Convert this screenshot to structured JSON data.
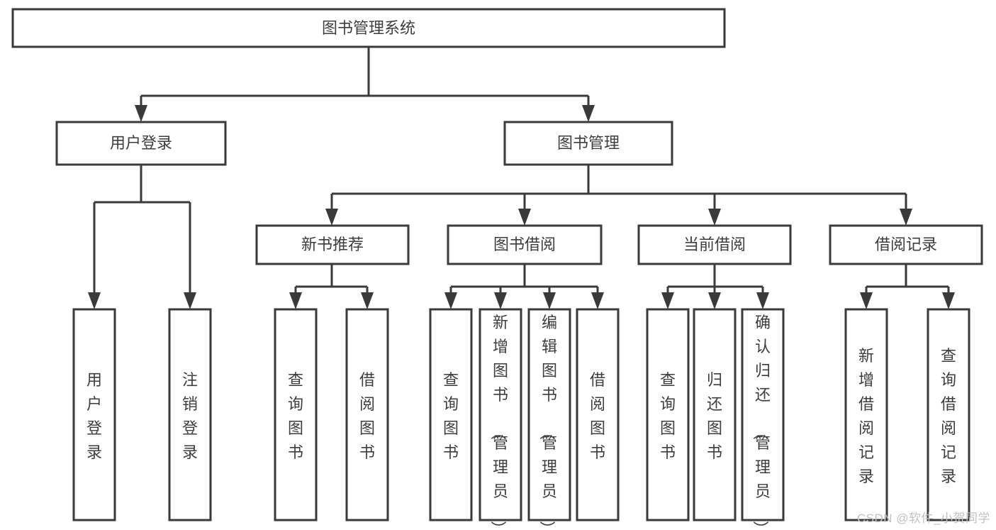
{
  "diagram": {
    "title": "图书管理系统",
    "type": "hierarchy-tree",
    "watermark": "CSDN @软件_小贺同学",
    "colors": {
      "background": "#ffffff",
      "box_stroke": "#3a3a3a",
      "box_fill": "#ffffff",
      "text": "#3d3d3d",
      "connector": "#3a3a3a",
      "watermark": "#c2c2c2"
    },
    "levels": {
      "root": {
        "label": "图书管理系统",
        "orientation": "horizontal"
      },
      "level2": [
        {
          "label": "用户登录",
          "orientation": "horizontal"
        },
        {
          "label": "图书管理",
          "orientation": "horizontal"
        }
      ],
      "level3": [
        {
          "label": "新书推荐",
          "orientation": "horizontal",
          "parent": "图书管理"
        },
        {
          "label": "图书借阅",
          "orientation": "horizontal",
          "parent": "图书管理"
        },
        {
          "label": "当前借阅",
          "orientation": "horizontal",
          "parent": "图书管理"
        },
        {
          "label": "借阅记录",
          "orientation": "horizontal",
          "parent": "图书管理"
        }
      ],
      "leaves": [
        {
          "label": "用户登录",
          "orientation": "vertical",
          "parent": "用户登录"
        },
        {
          "label": "注销登录",
          "orientation": "vertical",
          "parent": "用户登录"
        },
        {
          "label": "查询图书",
          "orientation": "vertical",
          "parent": "新书推荐"
        },
        {
          "label": "借阅图书",
          "orientation": "vertical",
          "parent": "新书推荐"
        },
        {
          "label": "查询图书",
          "orientation": "vertical",
          "parent": "图书借阅"
        },
        {
          "label": "新增图书（管理员）",
          "orientation": "vertical",
          "parent": "图书借阅"
        },
        {
          "label": "编辑图书（管理员）",
          "orientation": "vertical",
          "parent": "图书借阅"
        },
        {
          "label": "借阅图书",
          "orientation": "vertical",
          "parent": "图书借阅"
        },
        {
          "label": "查询图书",
          "orientation": "vertical",
          "parent": "当前借阅"
        },
        {
          "label": "归还图书",
          "orientation": "vertical",
          "parent": "当前借阅"
        },
        {
          "label": "确认归还（管理员）",
          "orientation": "vertical",
          "parent": "当前借阅"
        },
        {
          "label": "新增借阅记录",
          "orientation": "vertical",
          "parent": "借阅记录"
        },
        {
          "label": "查询借阅记录",
          "orientation": "vertical",
          "parent": "借阅记录"
        }
      ]
    }
  }
}
